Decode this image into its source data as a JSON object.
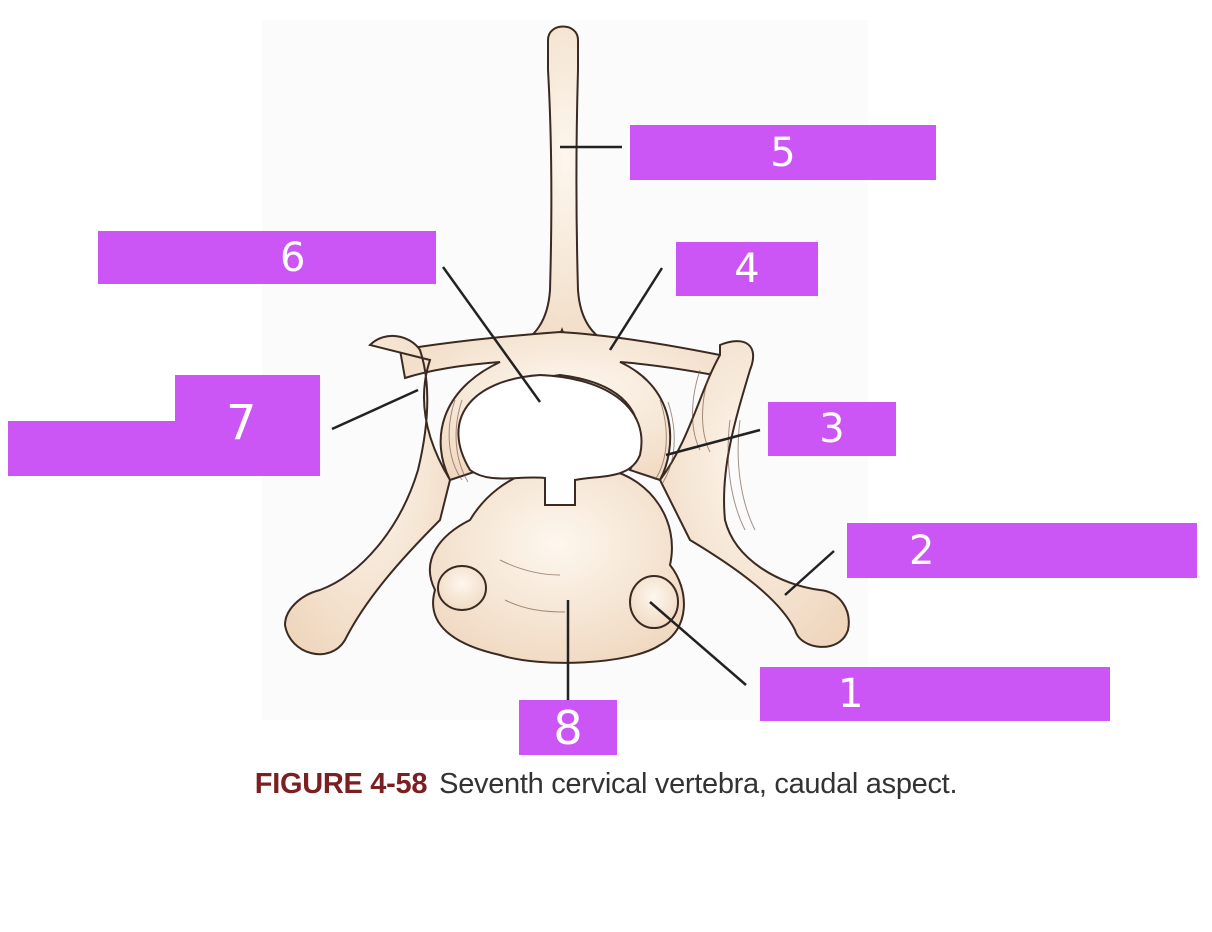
{
  "caption": {
    "figure_number": "FIGURE 4-58",
    "text": "Seventh cervical vertebra, caudal aspect."
  },
  "labels": [
    {
      "id": "label-5",
      "text": "5"
    },
    {
      "id": "label-6",
      "text": "6"
    },
    {
      "id": "label-4",
      "text": "4"
    },
    {
      "id": "label-7",
      "text": "7"
    },
    {
      "id": "label-3",
      "text": "3"
    },
    {
      "id": "label-2",
      "text": "2"
    },
    {
      "id": "label-1",
      "text": "1"
    },
    {
      "id": "label-8",
      "text": "8"
    }
  ],
  "colors": {
    "label_fill": "#cc55f5",
    "label_text": "#ffffff",
    "bone_fill": "#f7e9d6",
    "bone_outline": "#3b2a22",
    "leader_line": "#222222",
    "caption_number": "#7a1f22"
  }
}
